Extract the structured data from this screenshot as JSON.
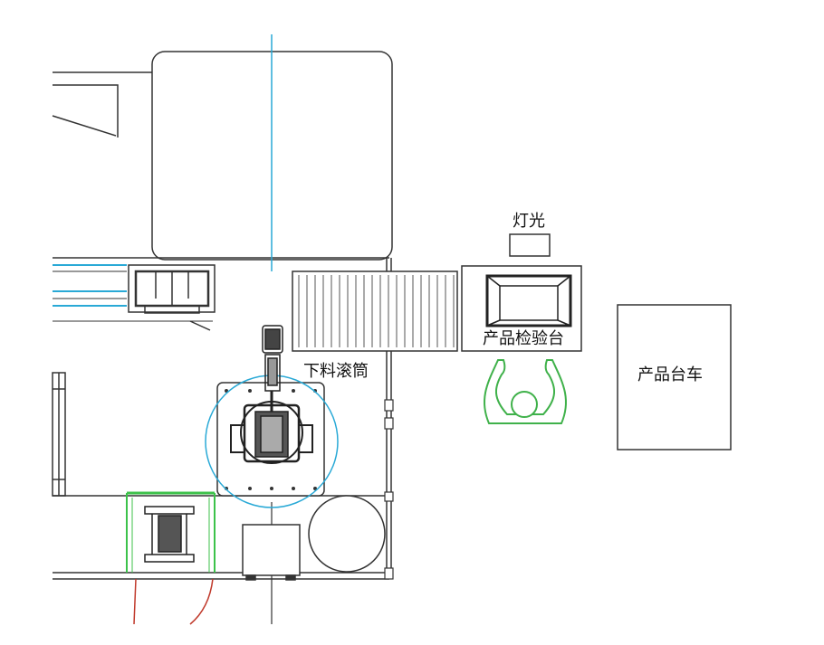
{
  "labels": {
    "lamp": "灯光",
    "inspection_table": "产品检验台",
    "unloading_roller": "下料滚筒",
    "product_cart": "产品台车"
  },
  "colors": {
    "line": "#333333",
    "axis_line": "#29a9d6",
    "operator": "#3fb14a",
    "zone": "#3cc24a",
    "cable": "#c0392b",
    "conveyor_stripe": "#3a7fb0"
  },
  "icons": {
    "operator": "person-topdown-icon",
    "robot": "industrial-robot-icon"
  }
}
